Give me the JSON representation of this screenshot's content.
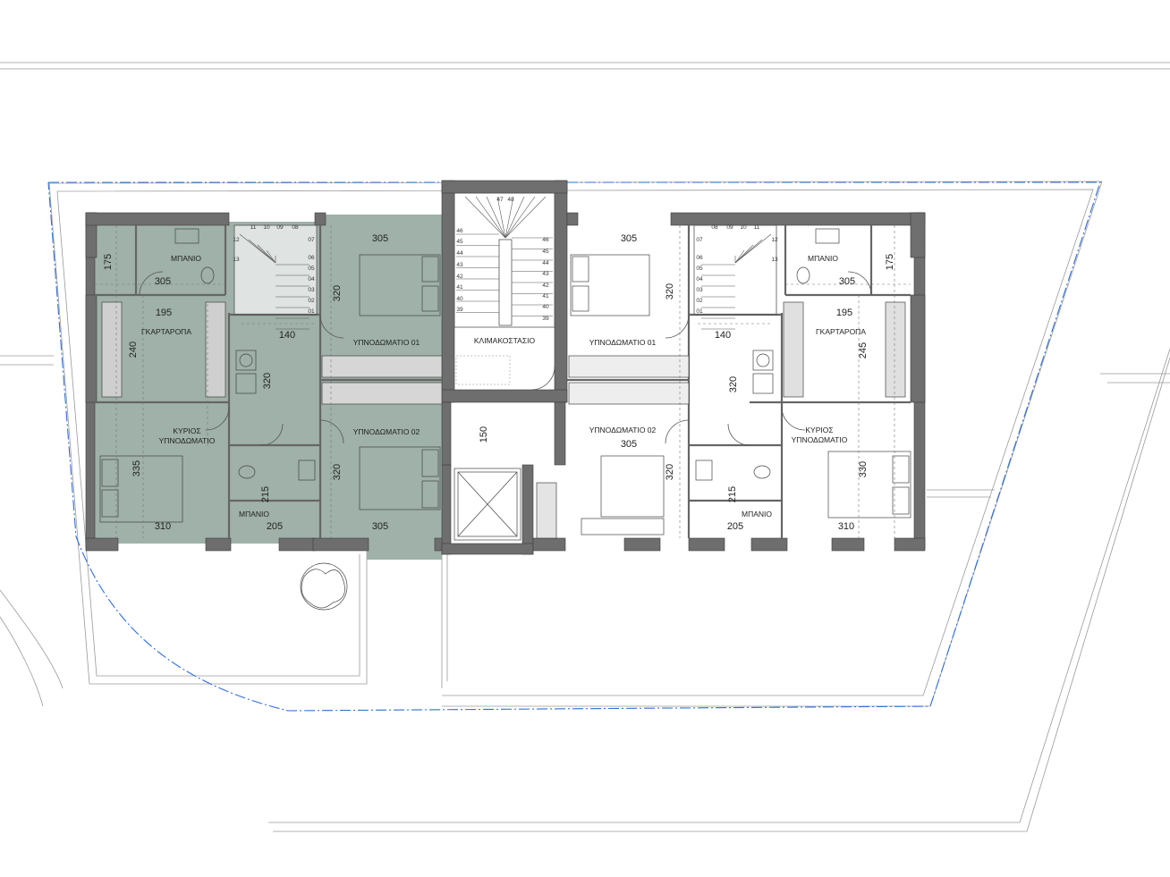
{
  "colors": {
    "highlight_unit": "#9fb1a8",
    "wall": "#6e6e6e",
    "boundary": "#2f6fd6",
    "line": "#9a9a9a"
  },
  "rooms": {
    "left": {
      "bath_top": "ΜΠΑΝΙΟ",
      "wardrobe": "ΓΚΑΡΤΑΡΟΠΑ",
      "master_bedroom": [
        "ΚΥΡΙΟΣ",
        "ΥΠΝΟΔΩΜΑΤΙΟ"
      ],
      "bath_bottom": "ΜΠΑΝΙΟ",
      "bedroom_01": "ΥΠΝΟΔΩΜΑΤΙΟ 01",
      "bedroom_02": "ΥΠΝΟΔΩΜΑΤΙΟ 02"
    },
    "center": {
      "stairwell": "ΚΛΙΜΑΚΟΣΤΑΣΙΟ"
    },
    "right": {
      "bath_top": "ΜΠΑΝΙΟ",
      "wardrobe": "ΓΚΑΡΤΑΡΟΠΑ",
      "master_bedroom": [
        "ΚΥΡΙΟΣ",
        "ΥΠΝΟΔΩΜΑΤΙΟ"
      ],
      "bath_bottom": "ΜΠΑΝΙΟ",
      "bedroom_01": "ΥΠΝΟΔΩΜΑΤΙΟ 01",
      "bedroom_02": "ΥΠΝΟΔΩΜΑΤΙΟ 02"
    }
  },
  "dimensions": {
    "left": {
      "bath_h": "175",
      "bath_w": "305",
      "wardrobe_w": "195",
      "wardrobe_h": "240",
      "hall_w": "140",
      "hall_h": "320",
      "bath2_h": "215",
      "bath2_w": "205",
      "master_h": "335",
      "master_w": "310",
      "bed01_w": "305",
      "bed01_h": "320",
      "bed02_h": "320",
      "bed02_w": "305"
    },
    "center": {
      "landing_h": "150"
    },
    "right": {
      "bed01_w": "305",
      "bed01_h": "320",
      "bed02_w": "305",
      "bed02_h": "320",
      "hall_w": "140",
      "hall_h": "320",
      "bath2_h": "215",
      "bath2_w": "205",
      "bath_w": "305",
      "bath_h": "175",
      "wardrobe_w": "195",
      "wardrobe_h": "245",
      "master_h": "330",
      "master_w": "310"
    }
  },
  "stairs": {
    "left_top": [
      "11",
      "10",
      "09",
      "08"
    ],
    "left_side": [
      "12",
      "13"
    ],
    "left_col": [
      "07",
      "06",
      "05",
      "04",
      "03",
      "02",
      "01"
    ],
    "center_top": [
      "47",
      "48"
    ],
    "center_left": [
      "46",
      "45",
      "44",
      "43",
      "42",
      "41",
      "40",
      "39"
    ],
    "center_right": [
      "46",
      "45",
      "44",
      "43",
      "42",
      "41",
      "40",
      "39"
    ],
    "right_top": [
      "08",
      "09",
      "10",
      "11"
    ],
    "right_side": [
      "12",
      "13"
    ],
    "right_col": [
      "07",
      "06",
      "05",
      "04",
      "03",
      "02",
      "01"
    ]
  }
}
